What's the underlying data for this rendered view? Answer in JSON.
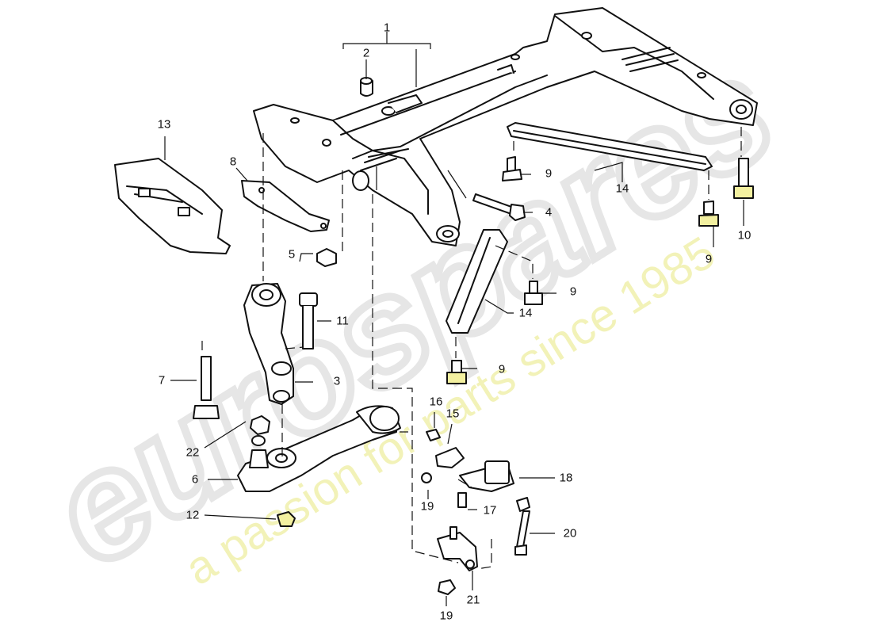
{
  "diagram": {
    "callouts": [
      "1",
      "2",
      "3",
      "4",
      "5",
      "6",
      "7",
      "8",
      "9",
      "10",
      "11",
      "12",
      "13",
      "14",
      "15",
      "16",
      "17",
      "18",
      "19",
      "20",
      "21",
      "22"
    ],
    "colors": {
      "line": "#111111",
      "part_fill": "#ffffff",
      "highlight": "#f3f0a0",
      "watermark": "#e9e9e9",
      "watermark_slogan": "#f2f2b8"
    }
  },
  "watermark": {
    "brand": "eurospares",
    "slogan": "a passion for parts since 1985"
  }
}
